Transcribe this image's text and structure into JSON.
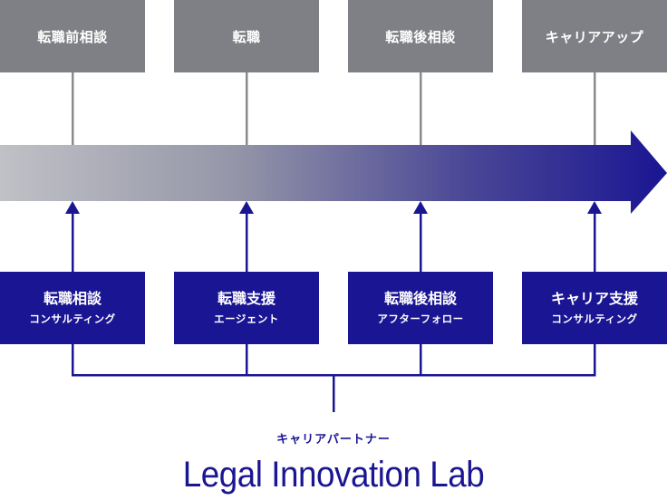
{
  "phases": [
    {
      "label": "転職前相談"
    },
    {
      "label": "転職"
    },
    {
      "label": "転職後相談"
    },
    {
      "label": "キャリアアップ"
    }
  ],
  "services": [
    {
      "title": "転職相談",
      "subtitle": "コンサルティング"
    },
    {
      "title": "転職支援",
      "subtitle": "エージェント"
    },
    {
      "title": "転職後相談",
      "subtitle": "アフターフォロー"
    },
    {
      "title": "キャリア支援",
      "subtitle": "コンサルティング"
    }
  ],
  "footer": {
    "tagline": "キャリアパートナー",
    "brand": "Legal Innovation Lab"
  },
  "colors": {
    "phase_box": "#7f8086",
    "service_box": "#1a1592",
    "arrow_start": "#c0c1c6",
    "arrow_end": "#1a1592",
    "connector_gray": "#8a8b90"
  }
}
